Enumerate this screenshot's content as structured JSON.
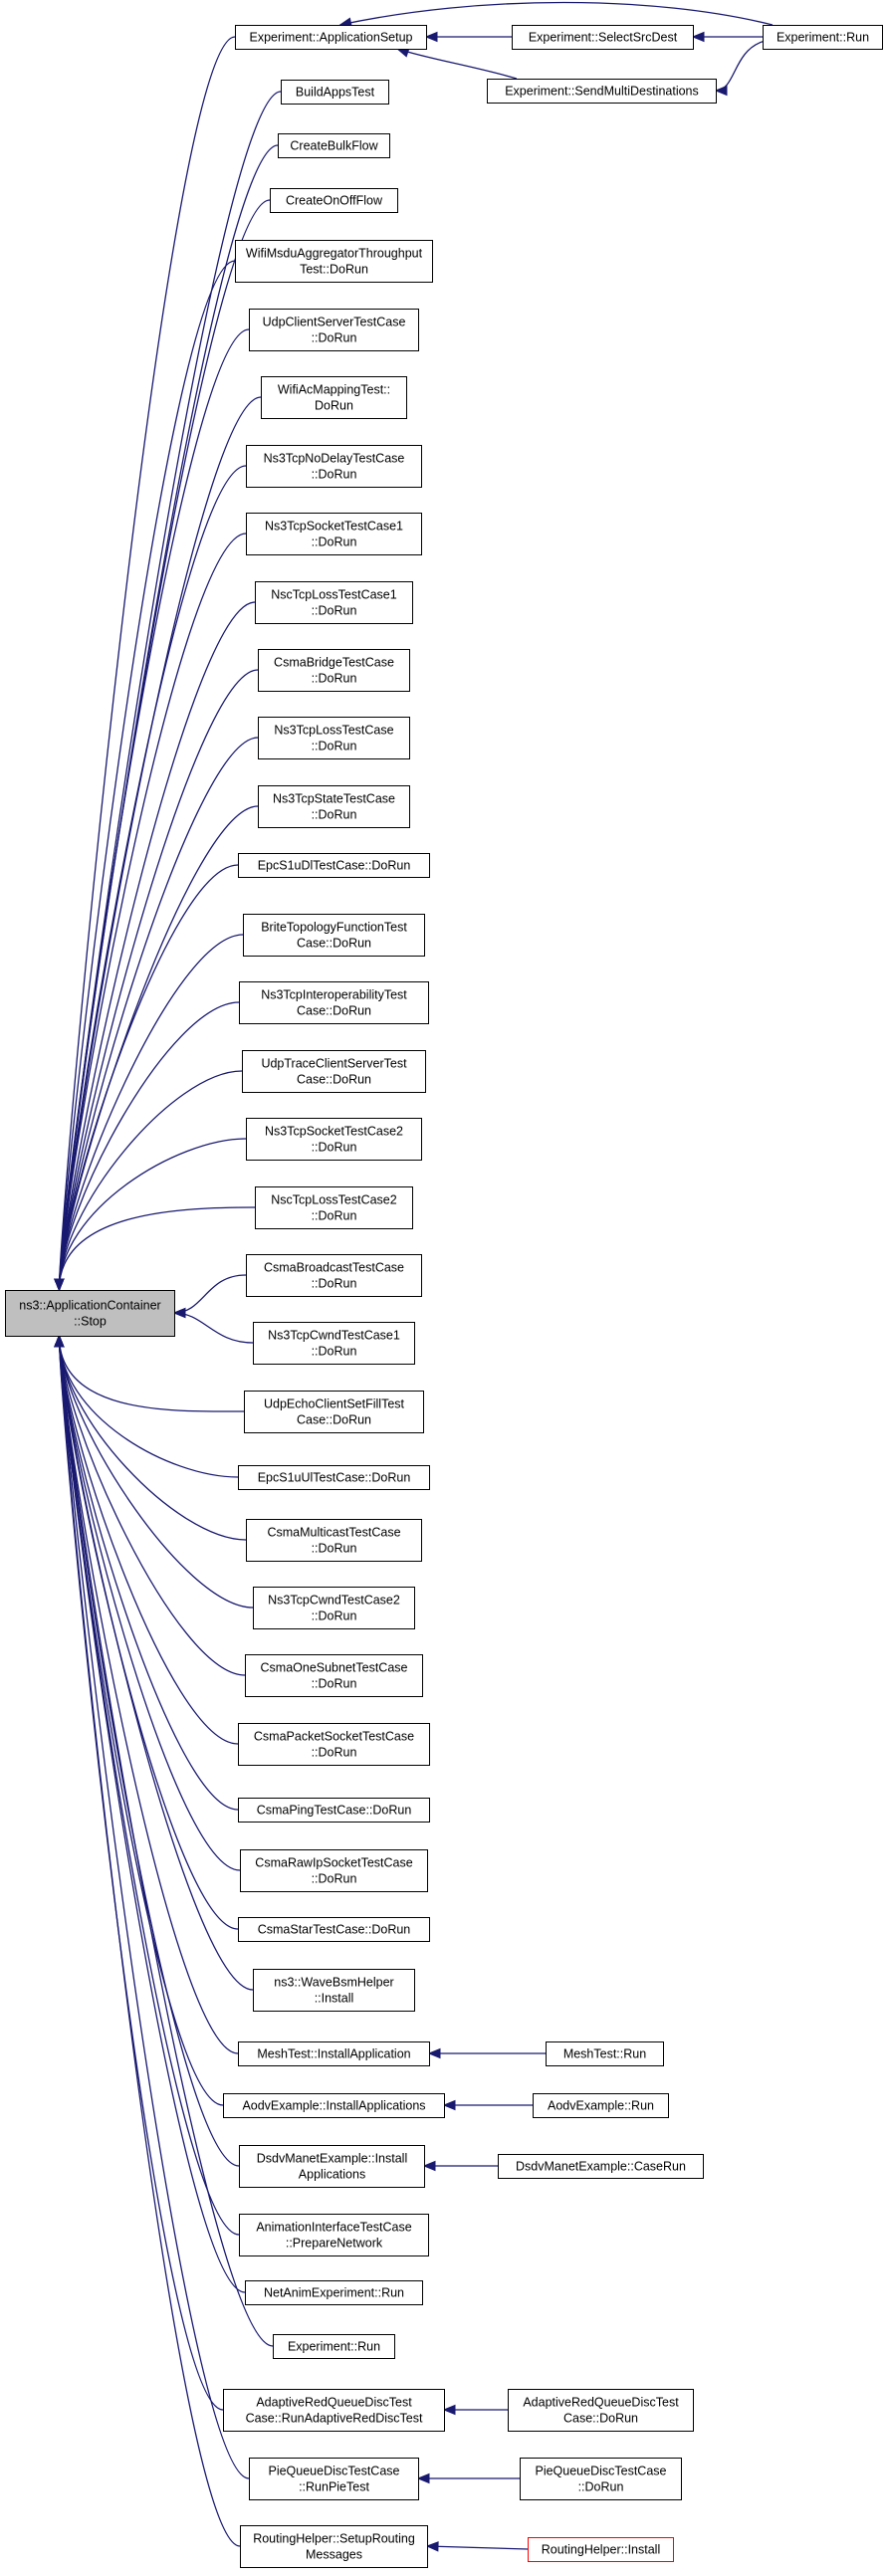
{
  "style": {
    "edge_color": "#191970",
    "node_border": "#000000",
    "root_fill": "#bfbfbf",
    "highlight_border": "#ff0000"
  },
  "root": {
    "id": "root",
    "lines": [
      "ns3::ApplicationContainer",
      "::Stop"
    ],
    "kind": "root"
  },
  "nodes": [
    {
      "id": "appsetup",
      "lines": [
        "Experiment::ApplicationSetup"
      ]
    },
    {
      "id": "selectsrc",
      "lines": [
        "Experiment::SelectSrcDest"
      ]
    },
    {
      "id": "sendmulti",
      "lines": [
        "Experiment::SendMultiDestinations"
      ]
    },
    {
      "id": "exprun1",
      "lines": [
        "Experiment::Run"
      ]
    },
    {
      "id": "buildapps",
      "lines": [
        "BuildAppsTest"
      ]
    },
    {
      "id": "bulkflow",
      "lines": [
        "CreateBulkFlow"
      ]
    },
    {
      "id": "onoffflow",
      "lines": [
        "CreateOnOffFlow"
      ]
    },
    {
      "id": "wifimsdu",
      "lines": [
        "WifiMsduAggregatorThroughput",
        "Test::DoRun"
      ]
    },
    {
      "id": "udpcs",
      "lines": [
        "UdpClientServerTestCase",
        "::DoRun"
      ]
    },
    {
      "id": "wifiac",
      "lines": [
        "WifiAcMappingTest::",
        "DoRun"
      ]
    },
    {
      "id": "nodelay",
      "lines": [
        "Ns3TcpNoDelayTestCase",
        "::DoRun"
      ]
    },
    {
      "id": "socket1",
      "lines": [
        "Ns3TcpSocketTestCase1",
        "::DoRun"
      ]
    },
    {
      "id": "nscloss1",
      "lines": [
        "NscTcpLossTestCase1",
        "::DoRun"
      ]
    },
    {
      "id": "csmabridge",
      "lines": [
        "CsmaBridgeTestCase",
        "::DoRun"
      ]
    },
    {
      "id": "tcploss",
      "lines": [
        "Ns3TcpLossTestCase",
        "::DoRun"
      ]
    },
    {
      "id": "tcpstate",
      "lines": [
        "Ns3TcpStateTestCase",
        "::DoRun"
      ]
    },
    {
      "id": "epcdl",
      "lines": [
        "EpcS1uDlTestCase::DoRun"
      ]
    },
    {
      "id": "brite",
      "lines": [
        "BriteTopologyFunctionTest",
        "Case::DoRun"
      ]
    },
    {
      "id": "interop",
      "lines": [
        "Ns3TcpInteroperabilityTest",
        "Case::DoRun"
      ]
    },
    {
      "id": "udptrace",
      "lines": [
        "UdpTraceClientServerTest",
        "Case::DoRun"
      ]
    },
    {
      "id": "socket2",
      "lines": [
        "Ns3TcpSocketTestCase2",
        "::DoRun"
      ]
    },
    {
      "id": "nscloss2",
      "lines": [
        "NscTcpLossTestCase2",
        "::DoRun"
      ]
    },
    {
      "id": "csmabcast",
      "lines": [
        "CsmaBroadcastTestCase",
        "::DoRun"
      ]
    },
    {
      "id": "cwnd1",
      "lines": [
        "Ns3TcpCwndTestCase1",
        "::DoRun"
      ]
    },
    {
      "id": "udpecho",
      "lines": [
        "UdpEchoClientSetFillTest",
        "Case::DoRun"
      ]
    },
    {
      "id": "epcul",
      "lines": [
        "EpcS1uUlTestCase::DoRun"
      ]
    },
    {
      "id": "csmamcast",
      "lines": [
        "CsmaMulticastTestCase",
        "::DoRun"
      ]
    },
    {
      "id": "cwnd2",
      "lines": [
        "Ns3TcpCwndTestCase2",
        "::DoRun"
      ]
    },
    {
      "id": "onesubnet",
      "lines": [
        "CsmaOneSubnetTestCase",
        "::DoRun"
      ]
    },
    {
      "id": "packetsock",
      "lines": [
        "CsmaPacketSocketTestCase",
        "::DoRun"
      ]
    },
    {
      "id": "csmaping",
      "lines": [
        "CsmaPingTestCase::DoRun"
      ]
    },
    {
      "id": "rawip",
      "lines": [
        "CsmaRawIpSocketTestCase",
        "::DoRun"
      ]
    },
    {
      "id": "csmastar",
      "lines": [
        "CsmaStarTestCase::DoRun"
      ]
    },
    {
      "id": "wavebsm",
      "lines": [
        "ns3::WaveBsmHelper",
        "::Install"
      ]
    },
    {
      "id": "meshinstall",
      "lines": [
        "MeshTest::InstallApplication"
      ]
    },
    {
      "id": "meshrun",
      "lines": [
        "MeshTest::Run"
      ]
    },
    {
      "id": "aodvinstall",
      "lines": [
        "AodvExample::InstallApplications"
      ]
    },
    {
      "id": "aodvrun",
      "lines": [
        "AodvExample::Run"
      ]
    },
    {
      "id": "dsdvinstall",
      "lines": [
        "DsdvManetExample::Install",
        "Applications"
      ]
    },
    {
      "id": "dsdvcase",
      "lines": [
        "DsdvManetExample::CaseRun"
      ]
    },
    {
      "id": "animprep",
      "lines": [
        "AnimationInterfaceTestCase",
        "::PrepareNetwork"
      ]
    },
    {
      "id": "netanim",
      "lines": [
        "NetAnimExperiment::Run"
      ]
    },
    {
      "id": "exprun2",
      "lines": [
        "Experiment::Run"
      ]
    },
    {
      "id": "aredrun",
      "lines": [
        "AdaptiveRedQueueDiscTest",
        "Case::RunAdaptiveRedDiscTest"
      ]
    },
    {
      "id": "areddo",
      "lines": [
        "AdaptiveRedQueueDiscTest",
        "Case::DoRun"
      ]
    },
    {
      "id": "pierun",
      "lines": [
        "PieQueueDiscTestCase",
        "::RunPieTest"
      ]
    },
    {
      "id": "piedo",
      "lines": [
        "PieQueueDiscTestCase",
        "::DoRun"
      ]
    },
    {
      "id": "routingsetup",
      "lines": [
        "RoutingHelper::SetupRouting",
        "Messages"
      ]
    },
    {
      "id": "routinginstall",
      "lines": [
        "RoutingHelper::Install"
      ],
      "kind": "highlight"
    }
  ],
  "edges": [
    {
      "from": "appsetup",
      "to": "root"
    },
    {
      "from": "buildapps",
      "to": "root"
    },
    {
      "from": "bulkflow",
      "to": "root"
    },
    {
      "from": "onoffflow",
      "to": "root"
    },
    {
      "from": "wifimsdu",
      "to": "root"
    },
    {
      "from": "udpcs",
      "to": "root"
    },
    {
      "from": "wifiac",
      "to": "root"
    },
    {
      "from": "nodelay",
      "to": "root"
    },
    {
      "from": "socket1",
      "to": "root"
    },
    {
      "from": "nscloss1",
      "to": "root"
    },
    {
      "from": "csmabridge",
      "to": "root"
    },
    {
      "from": "tcploss",
      "to": "root"
    },
    {
      "from": "tcpstate",
      "to": "root"
    },
    {
      "from": "epcdl",
      "to": "root"
    },
    {
      "from": "brite",
      "to": "root"
    },
    {
      "from": "interop",
      "to": "root"
    },
    {
      "from": "udptrace",
      "to": "root"
    },
    {
      "from": "socket2",
      "to": "root"
    },
    {
      "from": "nscloss2",
      "to": "root"
    },
    {
      "from": "csmabcast",
      "to": "root"
    },
    {
      "from": "cwnd1",
      "to": "root"
    },
    {
      "from": "udpecho",
      "to": "root"
    },
    {
      "from": "epcul",
      "to": "root"
    },
    {
      "from": "csmamcast",
      "to": "root"
    },
    {
      "from": "cwnd2",
      "to": "root"
    },
    {
      "from": "onesubnet",
      "to": "root"
    },
    {
      "from": "packetsock",
      "to": "root"
    },
    {
      "from": "csmaping",
      "to": "root"
    },
    {
      "from": "rawip",
      "to": "root"
    },
    {
      "from": "csmastar",
      "to": "root"
    },
    {
      "from": "wavebsm",
      "to": "root"
    },
    {
      "from": "meshinstall",
      "to": "root"
    },
    {
      "from": "aodvinstall",
      "to": "root"
    },
    {
      "from": "dsdvinstall",
      "to": "root"
    },
    {
      "from": "animprep",
      "to": "root"
    },
    {
      "from": "netanim",
      "to": "root"
    },
    {
      "from": "exprun2",
      "to": "root"
    },
    {
      "from": "aredrun",
      "to": "root"
    },
    {
      "from": "pierun",
      "to": "root"
    },
    {
      "from": "routingsetup",
      "to": "root"
    },
    {
      "from": "selectsrc",
      "to": "appsetup"
    },
    {
      "from": "sendmulti",
      "to": "appsetup"
    },
    {
      "from": "exprun1",
      "to": "appsetup"
    },
    {
      "from": "exprun1",
      "to": "selectsrc"
    },
    {
      "from": "exprun1",
      "to": "sendmulti"
    },
    {
      "from": "meshrun",
      "to": "meshinstall"
    },
    {
      "from": "aodvrun",
      "to": "aodvinstall"
    },
    {
      "from": "dsdvcase",
      "to": "dsdvinstall"
    },
    {
      "from": "areddo",
      "to": "aredrun"
    },
    {
      "from": "piedo",
      "to": "pierun"
    },
    {
      "from": "routinginstall",
      "to": "routingsetup"
    }
  ]
}
